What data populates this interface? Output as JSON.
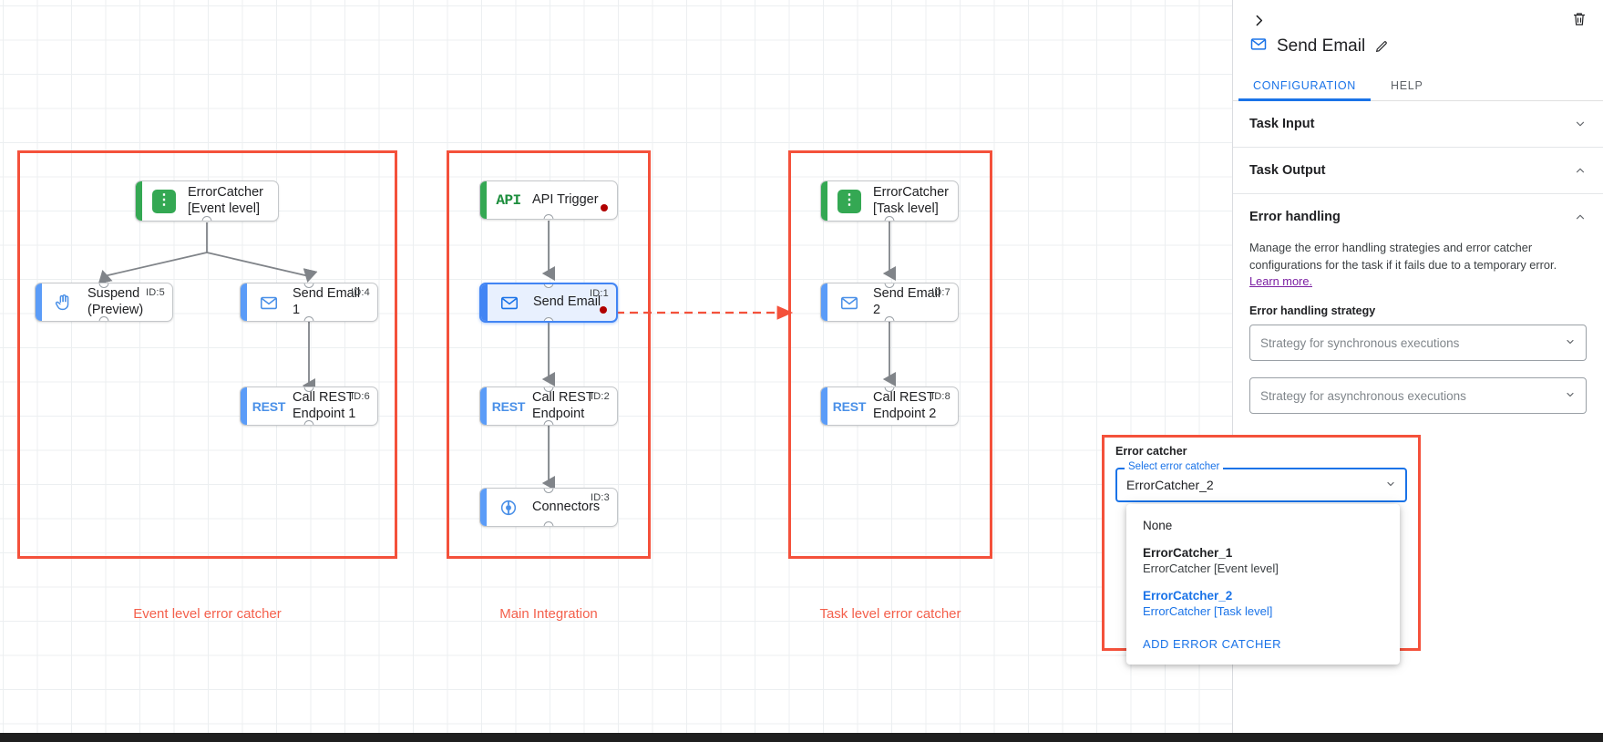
{
  "canvas": {
    "groups": [
      {
        "caption": "Event level error catcher"
      },
      {
        "caption": "Main Integration"
      },
      {
        "caption": "Task level error catcher"
      }
    ],
    "nodes": {
      "error_catcher_event": {
        "label": "ErrorCatcher\n[Event level]",
        "icon": "error-catcher-icon",
        "id": ""
      },
      "suspend": {
        "label": "Suspend\n(Preview)",
        "icon": "hand-icon",
        "id": "ID:5"
      },
      "send_email_1": {
        "label": "Send Email 1",
        "icon": "envelope-icon",
        "id": "ID:4"
      },
      "call_rest_1": {
        "label": "Call REST\nEndpoint 1",
        "icon": "rest-icon",
        "id": "ID:6"
      },
      "api_trigger": {
        "label": "API Trigger",
        "icon": "api-icon",
        "id": ""
      },
      "send_email": {
        "label": "Send Email",
        "icon": "envelope-icon",
        "id": "ID:1"
      },
      "call_rest": {
        "label": "Call REST\nEndpoint",
        "icon": "rest-icon",
        "id": "ID:2"
      },
      "connectors": {
        "label": "Connectors",
        "icon": "connectors-icon",
        "id": "ID:3"
      },
      "error_catcher_task": {
        "label": "ErrorCatcher\n[Task level]",
        "icon": "error-catcher-icon",
        "id": ""
      },
      "send_email_2": {
        "label": "Send Email 2",
        "icon": "envelope-icon",
        "id": "ID:7"
      },
      "call_rest_2": {
        "label": "Call REST\nEndpoint 2",
        "icon": "rest-icon",
        "id": "ID:8"
      }
    }
  },
  "panel": {
    "title": "Send Email",
    "tabs": [
      {
        "label": "CONFIGURATION",
        "active": true
      },
      {
        "label": "HELP",
        "active": false
      }
    ],
    "sections": [
      {
        "title": "Task Input",
        "expanded": false
      },
      {
        "title": "Task Output",
        "expanded": true
      }
    ],
    "error_handling": {
      "title": "Error handling",
      "description": "Manage the error handling strategies and error catcher configurations for the task if it fails due to a temporary error.",
      "learn_more": "Learn more.",
      "strategy_label": "Error handling strategy",
      "sync_placeholder": "Strategy for synchronous executions",
      "async_placeholder": "Strategy for asynchronous executions"
    },
    "error_catcher": {
      "title": "Error catcher",
      "select_legend": "Select error catcher",
      "selected_value": "ErrorCatcher_2",
      "options": [
        {
          "primary": "None",
          "secondary": "",
          "selected": false
        },
        {
          "primary": "ErrorCatcher_1",
          "secondary": "ErrorCatcher [Event level]",
          "selected": false
        },
        {
          "primary": "ErrorCatcher_2",
          "secondary": "ErrorCatcher [Task level]",
          "selected": true
        }
      ],
      "add_label": "ADD ERROR CATCHER"
    }
  },
  "colors": {
    "accent_blue": "#1a73e8",
    "highlight_red": "#f4513b",
    "green": "#34a853",
    "link_purple": "#7b1fa2"
  }
}
